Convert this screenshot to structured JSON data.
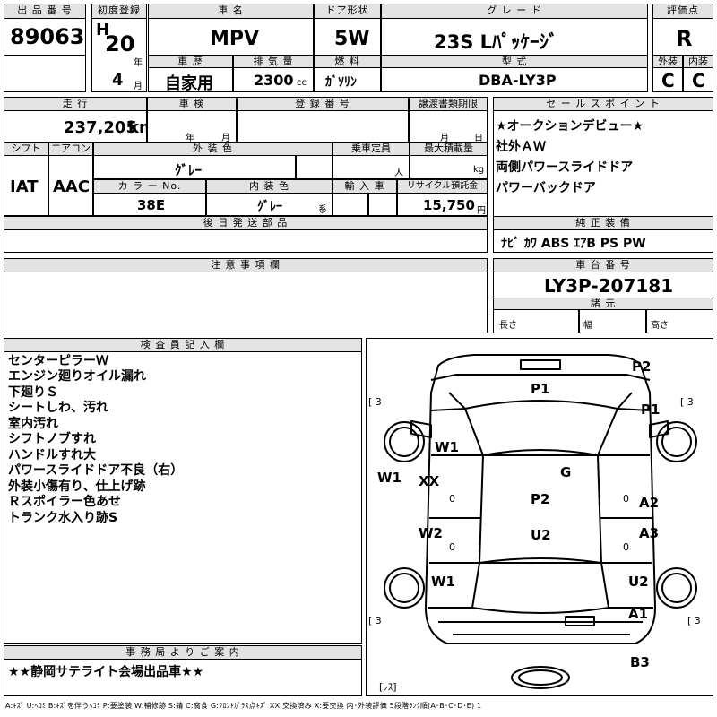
{
  "header": {
    "lot_no_label": "出 品 番 号",
    "lot_no": "89063",
    "first_reg_label": "初度登録",
    "era": "H",
    "year": "20",
    "year_unit": "年",
    "month": "4",
    "month_unit": "月",
    "car_name_label": "車 名",
    "car_name": "MPV",
    "door_label": "ドア形状",
    "door": "5W",
    "grade_label": "グ レ ー ド",
    "grade": "23S Lﾊﾟｯｹｰｼﾞ",
    "score_label": "評価点",
    "score": "R",
    "history_label": "車 歴",
    "history": "自家用",
    "displacement_label": "排 気 量",
    "displacement": "2300",
    "displacement_unit": "cc",
    "fuel_label": "燃 料",
    "fuel": "ｶﾞｿﾘﾝ",
    "model_label": "型 式",
    "model": "DBA-LY3P",
    "ext_label": "外装",
    "ext_grade": "C",
    "int_label": "内装",
    "int_grade": "C"
  },
  "row2": {
    "mileage_label": "走 行",
    "mileage": "237,205",
    "mileage_unit": "km",
    "inspection_label": "車 検",
    "inspection_year": "年",
    "inspection_month": "月",
    "regno_label": "登 録 番 号",
    "transfer_label": "譲渡書類期限",
    "transfer_month": "月",
    "transfer_day": "日",
    "shift_label": "シフト",
    "shift": "IAT",
    "ac_label": "エアコン",
    "ac": "AAC",
    "color_label": "外 装 色",
    "color": "ｸﾞﾚｰ",
    "capacity_label": "乗車定員",
    "capacity_unit": "人",
    "load_label": "最大積載量",
    "load_unit": "kg",
    "colorno_label": "カ ラ ー No.",
    "colorno": "38E",
    "interior_label": "内 装 色",
    "interior": "ｸﾞﾚｰ",
    "interior_unit": "系",
    "import_label": "輸 入 車",
    "recycle_label": "リサイクル預託金",
    "recycle": "15,750",
    "recycle_unit": "円",
    "later_parts_label": "後 日 発 送 部 品"
  },
  "sales": {
    "label": "セ ー ル ス ポ イ ン ト",
    "points": [
      "★オークションデビュー★",
      "社外ＡＷ",
      "両側パワースライドドア",
      "パワーバックドア"
    ]
  },
  "equipment": {
    "label": "純 正 装 備",
    "items": "ﾅﾋﾞ ｶﾜ ABS ｴｱB PS PW"
  },
  "caution": {
    "label": "注 意 事 項 欄"
  },
  "chassis": {
    "label": "車 台 番 号",
    "number": "LY3P-207181",
    "specs_label": "諸 元",
    "length": "長さ",
    "width": "幅",
    "height": "高さ"
  },
  "inspector": {
    "label": "検 査 員 記 入 欄",
    "notes": [
      "センターピラーＷ",
      "エンジン廻りオイル漏れ",
      "下廻りＳ",
      "シートしわ、汚れ",
      "室内汚れ",
      "シフトノブすれ",
      "ハンドルすれ大",
      "パワースライドドア不良（右）",
      "外装小傷有り、仕上げ跡",
      "Ｒスポイラー色あせ",
      "トランク水入り跡S"
    ]
  },
  "office": {
    "label": "事 務 局 よ り ご 案 内",
    "message": "★★静岡サテライト会場出品車★★"
  },
  "diagram": {
    "marks": {
      "p2_top": "P2",
      "p1_top": "P1",
      "p1_right": "P1",
      "b3_left": "[ 3",
      "b3_right": "[ 3",
      "w1_fl": "W1",
      "w1_left": "W1",
      "xx": "XX",
      "g": "G",
      "p2_mid": "P2",
      "a2": "A2",
      "w2": "W2",
      "u2_mid": "U2",
      "a3": "A3",
      "w1_rl": "W1",
      "u2_right": "U2",
      "a1": "A1",
      "b3_bl": "[ 3",
      "b3_br": "[ 3",
      "b3_bottom": "B3",
      "less": "[ﾚｽ]",
      "zero": "0"
    }
  },
  "legend": "A:ｷｽﾞ U:ﾍｺﾐ B:ｷｽﾞを伴うﾍｺﾐ P:要塗装 W:補修跡 S:錆 C:腐食 G:ﾌﾛﾝﾄｶﾞﾗｽ点ｷｽﾞ XX:交換済み X:要交換 内･外装評価 5段階ﾗﾝｸ順(A･B･C･D･E) 1"
}
